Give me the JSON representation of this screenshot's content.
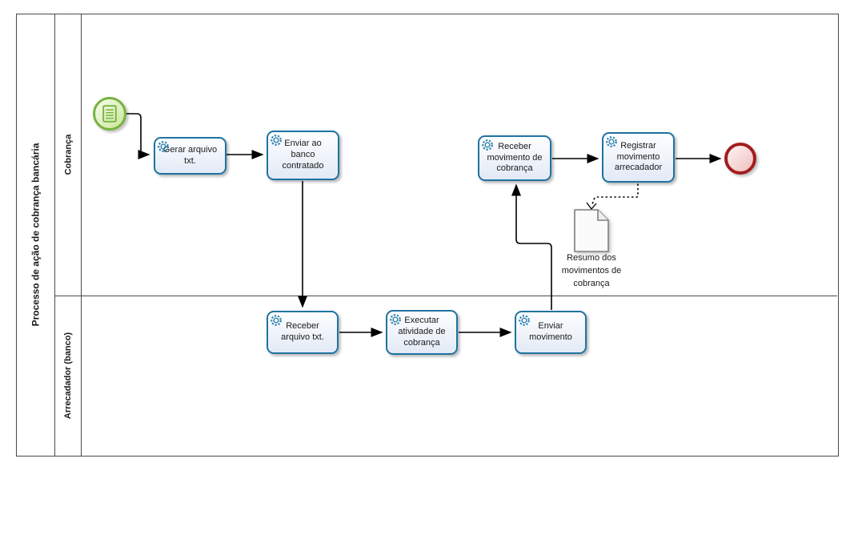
{
  "pool": {
    "title": "Processo de ação de cobrança bancária"
  },
  "lanes": [
    {
      "label": "Cobrança"
    },
    {
      "label": "Arrecadador (banco)"
    }
  ],
  "tasks": {
    "gerar_arquivo": {
      "label": "Gerar arquivo txt.",
      "lane": "Cobrança",
      "type": "service-task"
    },
    "enviar_banco": {
      "label": "Enviar ao banco contratado",
      "lane": "Cobrança",
      "type": "service-task"
    },
    "receber_movimento": {
      "label": "Receber movimento de cobrança",
      "lane": "Cobrança",
      "type": "service-task"
    },
    "registrar_movimento": {
      "label": "Registrar movimento arrecadador",
      "lane": "Cobrança",
      "type": "service-task"
    },
    "receber_arquivo": {
      "label": "Receber arquivo txt.",
      "lane": "Arrecadador (banco)",
      "type": "service-task"
    },
    "executar_atividade": {
      "label": "Executar atividade de cobrança",
      "lane": "Arrecadador (banco)",
      "type": "service-task"
    },
    "enviar_movimento": {
      "label": "Enviar movimento",
      "lane": "Arrecadador (banco)",
      "type": "service-task"
    }
  },
  "events": {
    "start": {
      "type": "start-event",
      "lane": "Cobrança"
    },
    "end": {
      "type": "end-event",
      "lane": "Cobrança"
    }
  },
  "artifacts": {
    "data_object": {
      "label": "Resumo dos movimentos de cobrança",
      "type": "data-object"
    }
  },
  "flows": [
    {
      "from": "start",
      "to": "gerar_arquivo"
    },
    {
      "from": "gerar_arquivo",
      "to": "enviar_banco"
    },
    {
      "from": "enviar_banco",
      "to": "receber_arquivo"
    },
    {
      "from": "receber_arquivo",
      "to": "executar_atividade"
    },
    {
      "from": "executar_atividade",
      "to": "enviar_movimento"
    },
    {
      "from": "enviar_movimento",
      "to": "receber_movimento"
    },
    {
      "from": "receber_movimento",
      "to": "registrar_movimento"
    },
    {
      "from": "registrar_movimento",
      "to": "end"
    }
  ],
  "associations": [
    {
      "from": "registrar_movimento",
      "to": "data_object",
      "style": "dotted"
    }
  ],
  "icons": {
    "service_task": "gear-icon",
    "start_event": "document-lines-icon",
    "data_object": "document-folded-corner-icon"
  },
  "colors": {
    "task_border": "#1f72a1",
    "task_fill_top": "#fdfeff",
    "task_fill_bottom": "#e3eaf6",
    "gear_icon": "#2b7fad",
    "start_border": "#77b33f",
    "start_fill_top": "#f3fae7",
    "start_fill_bottom": "#cfe9a2",
    "end_border": "#a31d1d",
    "end_fill_top": "#fceeee",
    "end_fill_bottom": "#f2c4c4",
    "flow": "#000000",
    "pool_border": "#4b4b4b",
    "data_object_border": "#7f7f7f",
    "text": "#1a1a1a"
  }
}
